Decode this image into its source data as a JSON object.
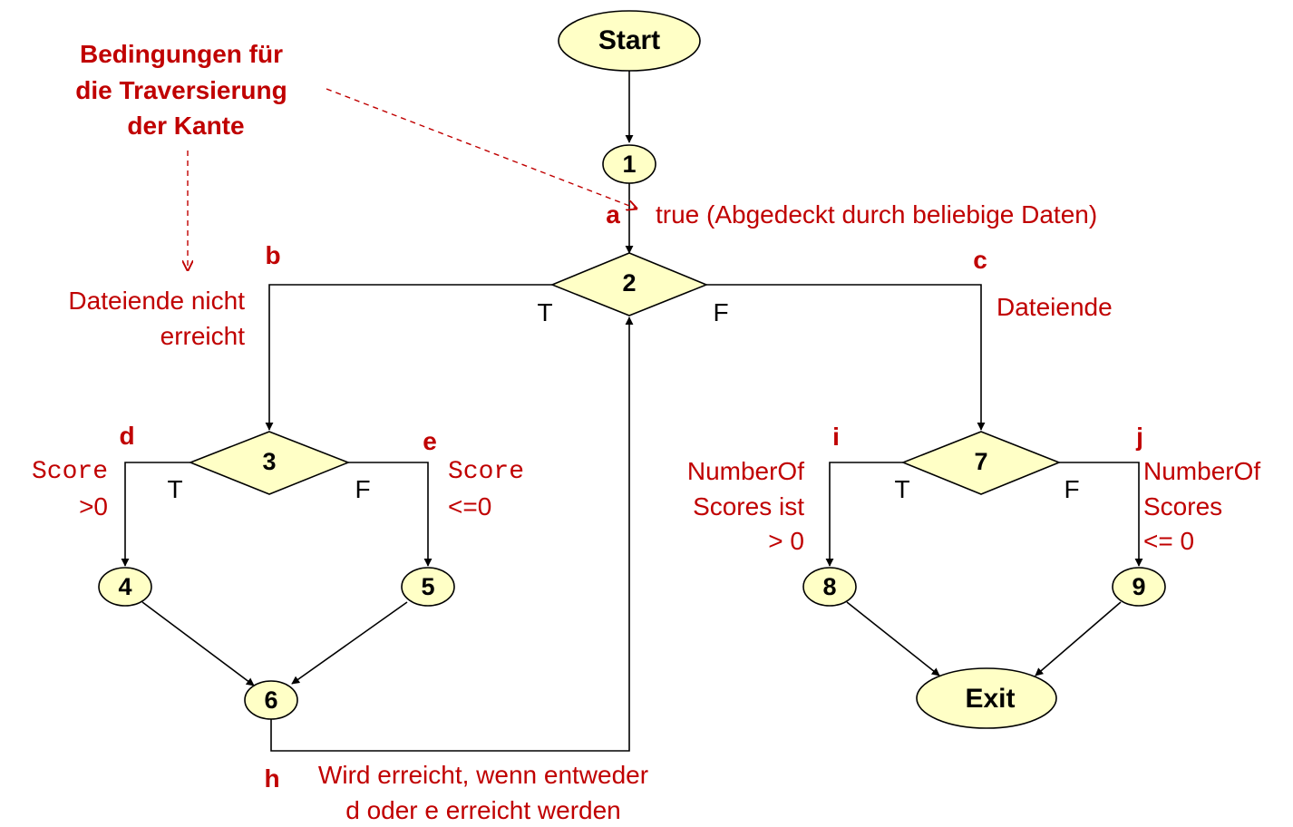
{
  "legend": {
    "lines": [
      "Bedingungen für",
      "die Traversierung",
      "der Kante"
    ]
  },
  "nodes": {
    "start": "Start",
    "n1": "1",
    "n2": "2",
    "n3": "3",
    "n4": "4",
    "n5": "5",
    "n6": "6",
    "n7": "7",
    "n8": "8",
    "n9": "9",
    "exit": "Exit"
  },
  "branch_labels": {
    "n2_true": "T",
    "n2_false": "F",
    "n3_true": "T",
    "n3_false": "F",
    "n7_true": "T",
    "n7_false": "F"
  },
  "edges": {
    "a": {
      "letter": "a",
      "condition": "true (Abgedeckt durch beliebige Daten)"
    },
    "b": {
      "letter": "b",
      "condition_lines": [
        "Dateiende nicht",
        "erreicht"
      ]
    },
    "c": {
      "letter": "c",
      "condition": "Dateiende"
    },
    "d": {
      "letter": "d",
      "condition_lines": [
        "Score",
        ">0"
      ]
    },
    "e": {
      "letter": "e",
      "condition_lines": [
        "Score",
        "<=0"
      ]
    },
    "h": {
      "letter": "h",
      "condition_lines": [
        "Wird erreicht, wenn entweder",
        "d oder e erreicht werden"
      ]
    },
    "i": {
      "letter": "i",
      "condition_lines": [
        "NumberOf",
        "Scores ist",
        "> 0"
      ]
    },
    "j": {
      "letter": "j",
      "condition_lines": [
        "NumberOf",
        "Scores",
        "<= 0"
      ]
    }
  },
  "colors": {
    "annotation": "#c00000",
    "node_fill": "#ffffc6",
    "line": "#000000"
  }
}
